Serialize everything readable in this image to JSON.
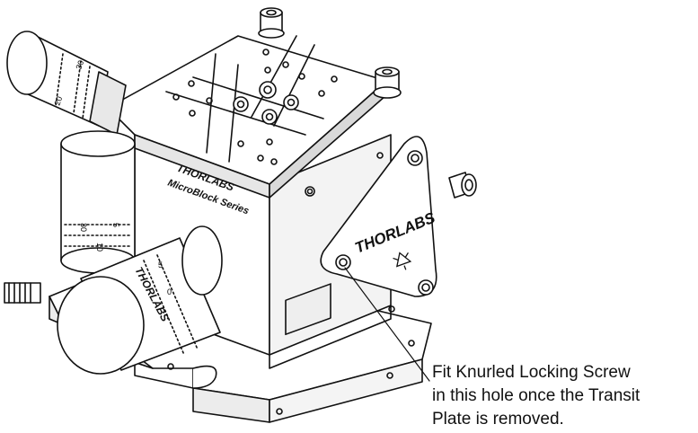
{
  "callout": {
    "lines": [
      "Fit Knurled Locking Screw",
      "in this hole once the Transit",
      "Plate is removed."
    ]
  },
  "markings": {
    "brand_front": "THORLABS",
    "series_front": "MicroBlock Series",
    "brand_plate": "THORLABS",
    "brand_micrometer": "THORLABS",
    "micrometer_top_ticks": [
      "30",
      "20"
    ],
    "micrometer_vertical_ticks": [
      "30",
      "5",
      "10"
    ],
    "micrometer_front_ticks": [
      "5",
      "0"
    ]
  },
  "colors": {
    "line": "#111111",
    "fill": "#ffffff",
    "shade": "#d9d9d9"
  },
  "icons": {
    "recycle": "recycle-icon"
  }
}
